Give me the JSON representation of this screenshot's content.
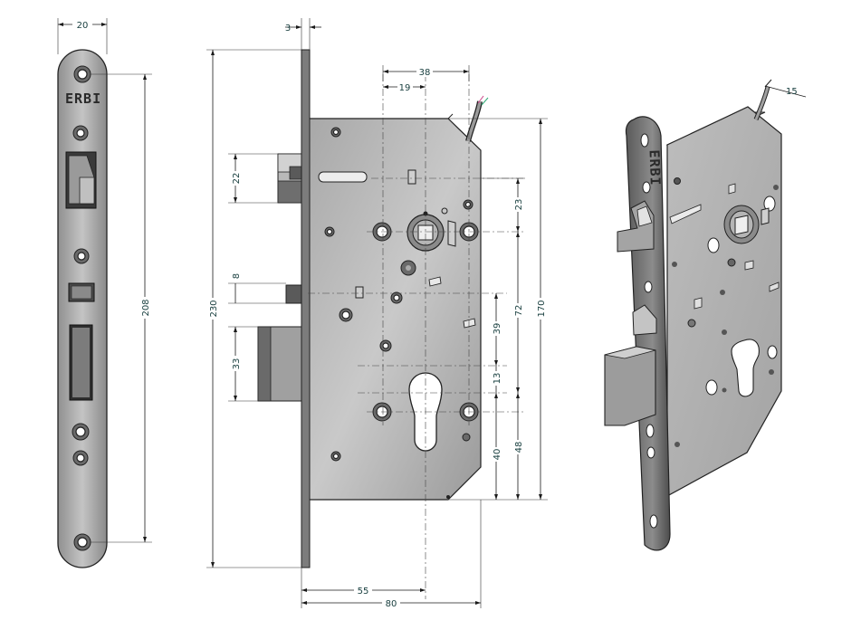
{
  "brand": "ERBI",
  "dimensions": {
    "faceplate_width": "20",
    "faceplate_height": "208",
    "plate_thickness": "3",
    "overall_height": "230",
    "latch_height": "22",
    "small_bolt": "8",
    "deadbolt": "33",
    "hub_offset": "19",
    "screw_spacing_top": "38",
    "case_top_to_hub": "23",
    "hub_to_cylinder": "72",
    "case_height": "170",
    "hole_to_cylinder": "39",
    "small_offset": "13",
    "cylinder_to_bottom": "40",
    "cylinder_to_case_bottom": "48",
    "backset": "55",
    "case_depth": "80",
    "cable_length": "15"
  },
  "colors": {
    "metal_light": "#c7c7c7",
    "metal_dark": "#7d7d7d",
    "outline": "#222222",
    "dimension_text": "#1a4040"
  }
}
